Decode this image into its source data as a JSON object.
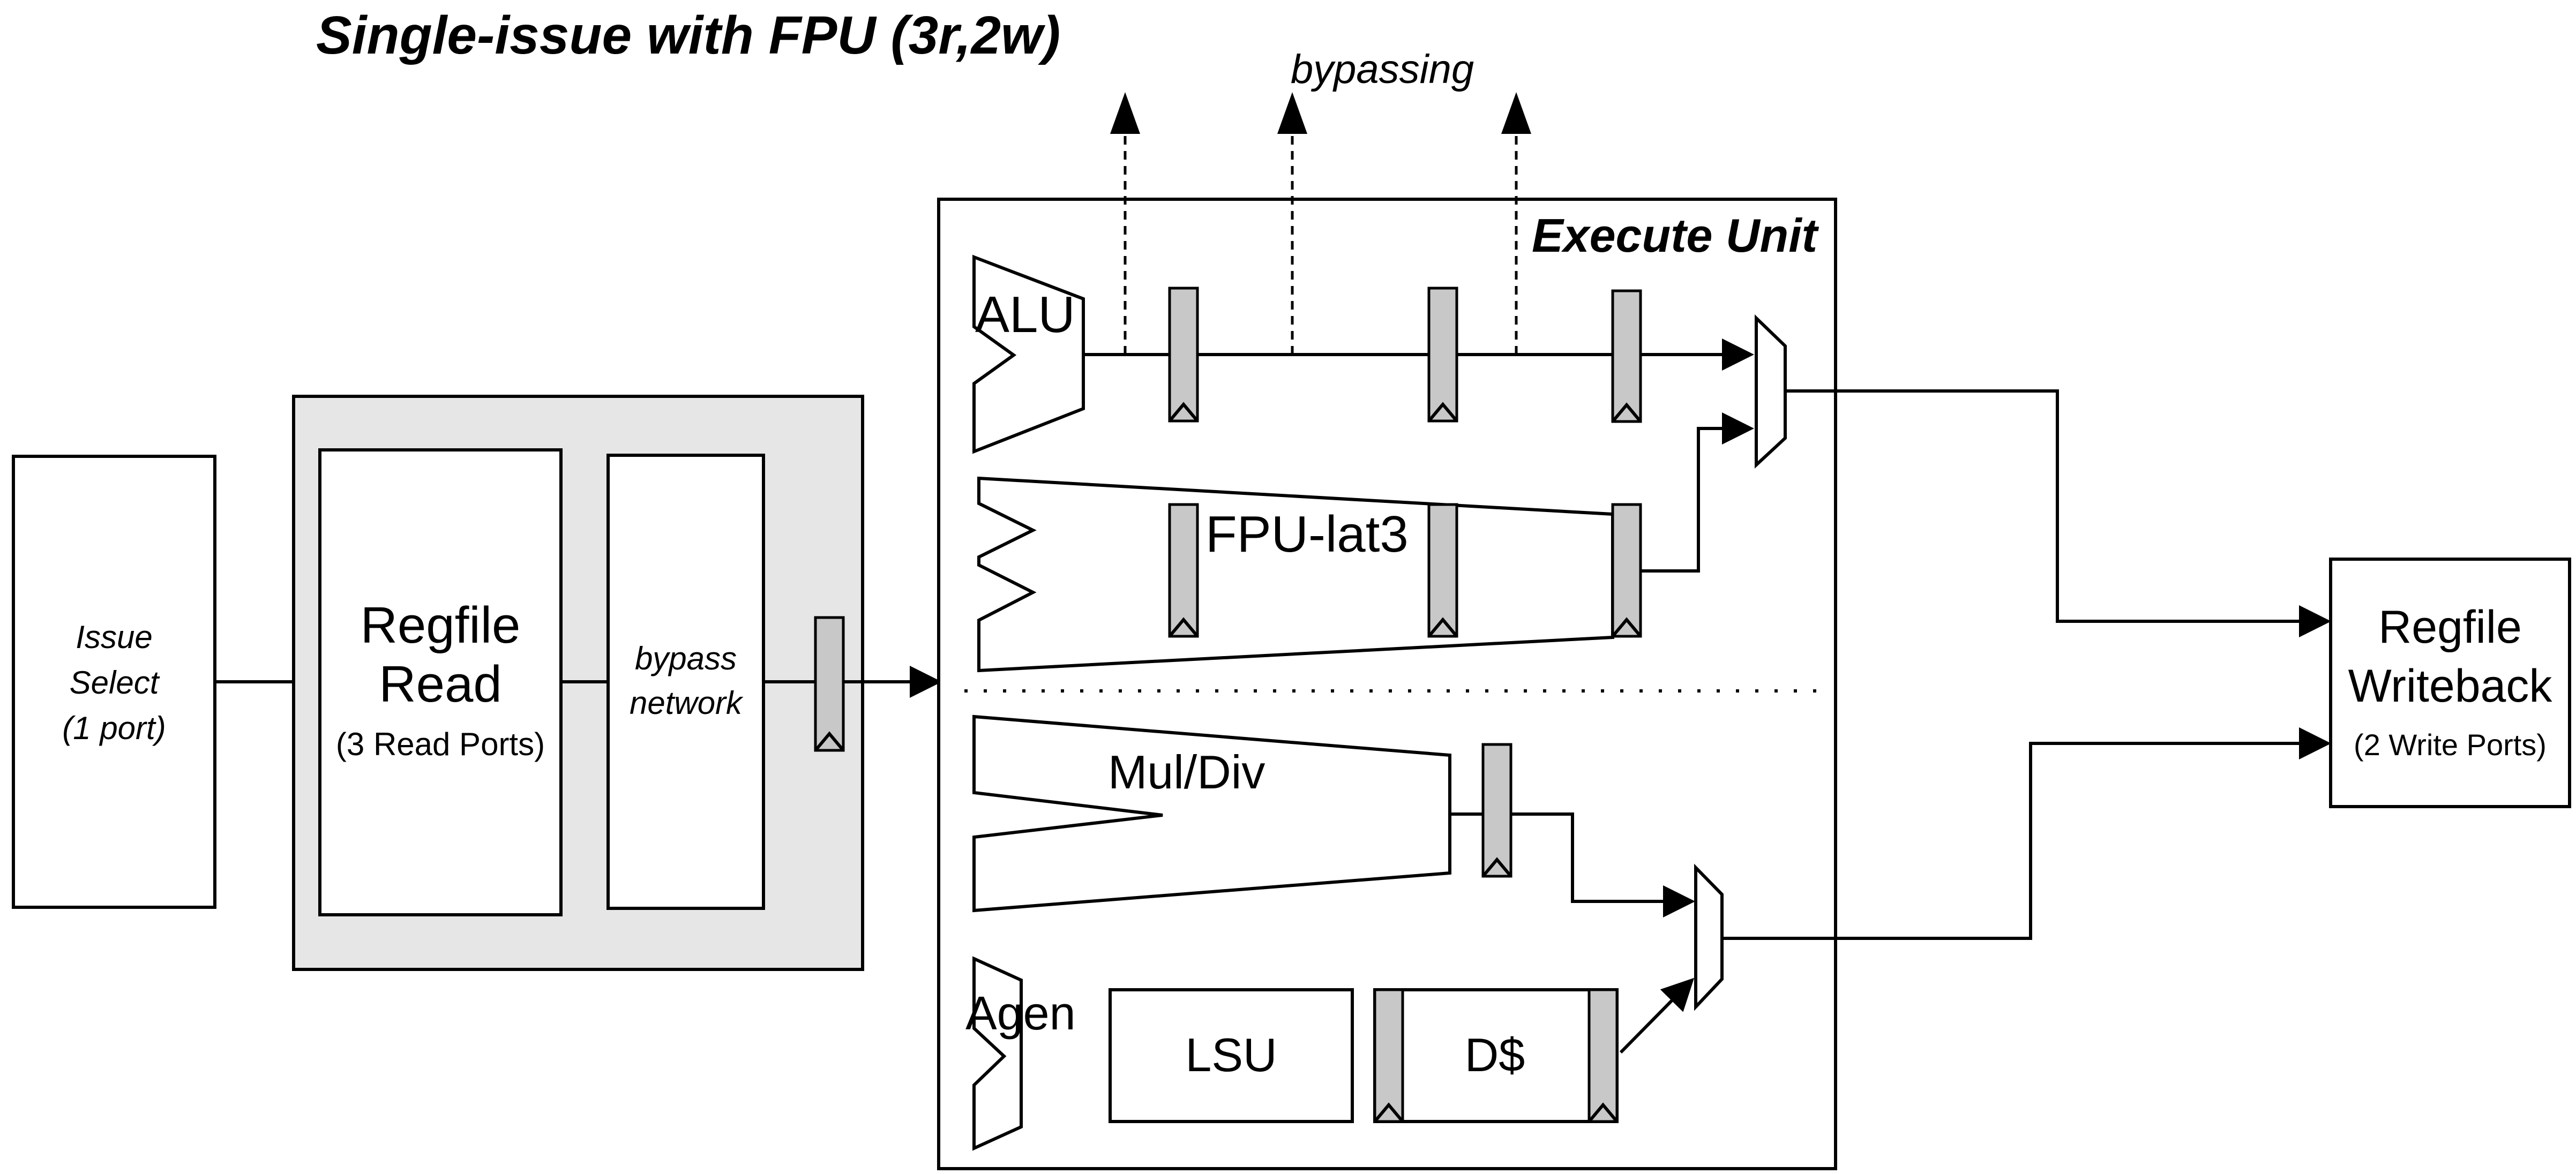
{
  "title": "Single-issue with FPU (3r,2w)",
  "bypass_label": "bypassing",
  "issue": {
    "line1": "Issue",
    "line2": "Select",
    "line3": "(1 port)"
  },
  "regfile_read": {
    "line1": "Regfile",
    "line2": "Read",
    "sub": "(3 Read Ports)"
  },
  "bypass_network": {
    "line1": "bypass",
    "line2": "network"
  },
  "execute_unit": {
    "label": "Execute Unit",
    "alu": "ALU",
    "fpu": "FPU-lat3",
    "muldiv": "Mul/Div",
    "agen": "Agen",
    "lsu": "LSU",
    "dcache": "D$"
  },
  "regfile_writeback": {
    "line1": "Regfile",
    "line2": "Writeback",
    "sub": "(2 Write Ports)"
  },
  "colors": {
    "stroke": "#000000",
    "shaded_region": "#e6e6e6",
    "latch_fill": "#c8c8c8"
  }
}
